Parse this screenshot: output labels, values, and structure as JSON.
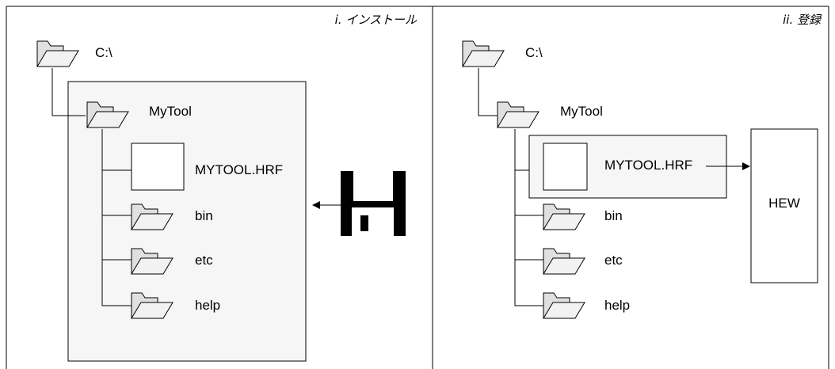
{
  "left_panel": {
    "title": "i. インストール",
    "root": "C:\\",
    "folder": "MyTool",
    "file": "MYTOOL.HRF",
    "subfolders": [
      "bin",
      "etc",
      "help"
    ]
  },
  "right_panel": {
    "title": "ii. 登録",
    "root": "C:\\",
    "folder": "MyTool",
    "file": "MYTOOL.HRF",
    "subfolders": [
      "bin",
      "etc",
      "help"
    ],
    "target": "HEW"
  },
  "icons": [
    "folder-icon",
    "file-icon",
    "floppy-disk-icon",
    "arrow-icon"
  ]
}
